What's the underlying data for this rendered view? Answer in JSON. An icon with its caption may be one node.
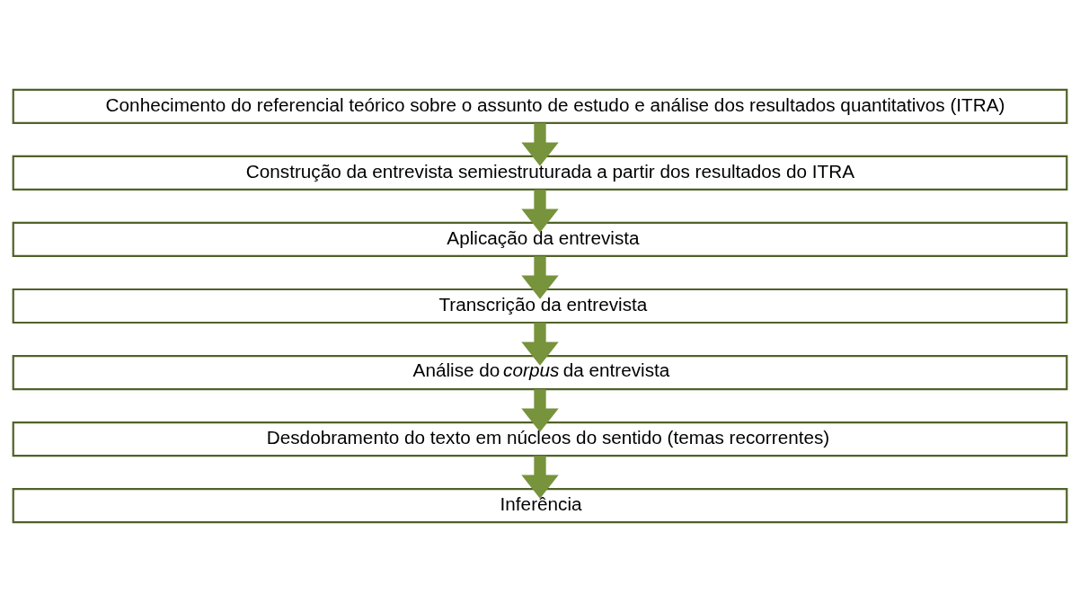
{
  "diagram": {
    "nodes": [
      {
        "text": [
          "Conhecimento do referencial teórico sobre o assunto de estudo e análise dos resultados quantitativos (ITRA)"
        ]
      },
      {
        "text": [
          "Construção da entrevista semiestruturada a partir dos resultados do ITRA"
        ]
      },
      {
        "text": [
          "Aplicação da entrevista"
        ]
      },
      {
        "text": [
          "Transcrição da entrevista"
        ]
      },
      {
        "text": [
          "Análise do *corpus* da entrevista"
        ]
      },
      {
        "text": [
          "Desdobramento do texto em núcleos do sentido (temas recorrentes)"
        ]
      },
      {
        "text": [
          "Inferência"
        ]
      }
    ],
    "edges": [
      {
        "from": 0,
        "to": 1,
        "arrow": "to"
      },
      {
        "from": 1,
        "to": 2,
        "arrow": "to"
      },
      {
        "from": 2,
        "to": 3,
        "arrow": "to"
      },
      {
        "from": 3,
        "to": 4,
        "arrow": "to"
      },
      {
        "from": 4,
        "to": 5,
        "arrow": "to"
      },
      {
        "from": 5,
        "to": 6,
        "arrow": "to"
      }
    ]
  }
}
